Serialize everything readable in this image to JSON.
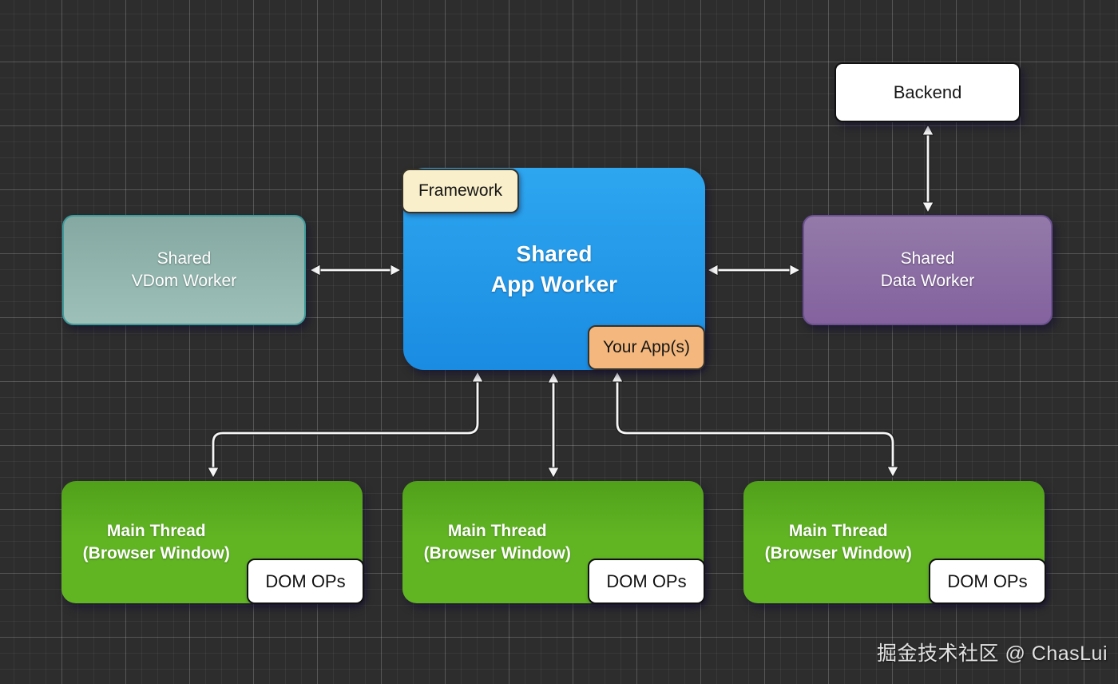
{
  "diagram": {
    "backend": {
      "label": "Backend"
    },
    "vdom_worker": {
      "title_line1": "Shared",
      "title_line2": "VDom Worker"
    },
    "app_worker": {
      "title_line1": "Shared",
      "title_line2": "App Worker",
      "framework_badge": "Framework",
      "your_apps_badge": "Your App(s)"
    },
    "data_worker": {
      "title_line1": "Shared",
      "title_line2": "Data Worker"
    },
    "main_threads": [
      {
        "title_line1": "Main Thread",
        "title_line2": "(Browser Window)",
        "badge": "DOM OPs"
      },
      {
        "title_line1": "Main Thread",
        "title_line2": "(Browser Window)",
        "badge": "DOM OPs"
      },
      {
        "title_line1": "Main Thread",
        "title_line2": "(Browser Window)",
        "badge": "DOM OPs"
      }
    ],
    "connectors": [
      "backend <-> data_worker",
      "vdom_worker <-> app_worker",
      "app_worker <-> data_worker",
      "app_worker <-> main_thread_1",
      "app_worker <-> main_thread_2",
      "app_worker <-> main_thread_3"
    ]
  },
  "watermark": "掘金技术社区 @ ChasLui",
  "colors": {
    "background": "#2d2d2d",
    "grid_minor": "#3a3a3a",
    "grid_major": "#535353",
    "app_worker_blue": "#2196e8",
    "vdom_worker_teal": "#8fb3ad",
    "vdom_worker_border": "#3d9b9b",
    "data_worker_purple": "#8a6da4",
    "main_thread_green": "#5aad1f",
    "framework_cream": "#f9efca",
    "your_apps_orange": "#f4b87e",
    "backend_white": "#ffffff",
    "arrow_white": "#f6f6f6"
  }
}
